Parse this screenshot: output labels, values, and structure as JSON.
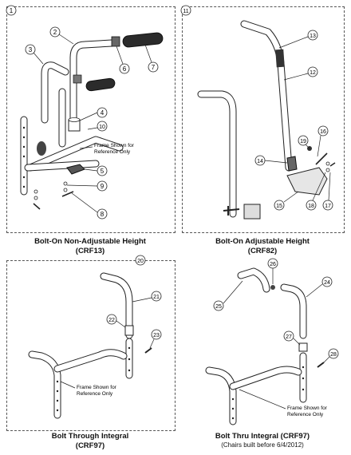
{
  "panels": [
    {
      "id": "1",
      "title": "Bolt-On Non-Adjustable Height",
      "subtitle": "(CRF13)",
      "note_line1": "Frame Shown for",
      "note_line2": "Reference Only",
      "callouts": [
        "2",
        "3",
        "4",
        "5",
        "6",
        "7",
        "8",
        "9",
        "10"
      ]
    },
    {
      "id": "11",
      "title": "Bolt-On Adjustable Height",
      "subtitle": "(CRF82)",
      "callouts": [
        "12",
        "13",
        "14",
        "15",
        "16",
        "17",
        "18",
        "19"
      ]
    },
    {
      "id": "20",
      "title": "Bolt Through Integral",
      "subtitle": "(CRF97)",
      "note_line1": "Frame Shown for",
      "note_line2": "Reference Only",
      "callouts": [
        "21",
        "22",
        "23"
      ]
    },
    {
      "id": "",
      "title": "Bolt Thru Integral (CRF97)",
      "subtitle": "(Chairs built before 6/4/2012)",
      "note_line1": "Frame Shown for",
      "note_line2": "Reference Only",
      "callouts": [
        "24",
        "25",
        "26",
        "27",
        "28"
      ]
    }
  ]
}
